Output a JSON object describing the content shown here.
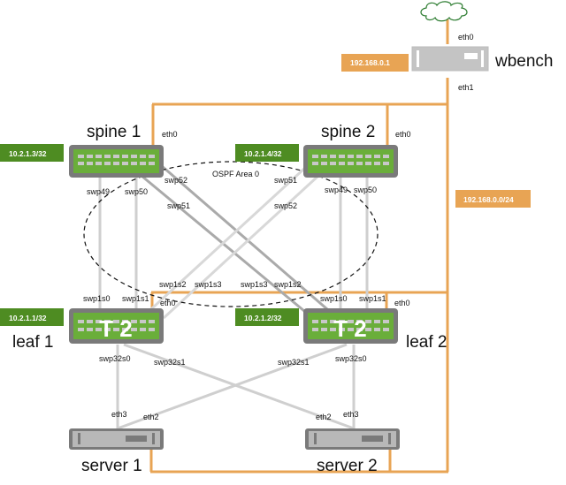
{
  "colors": {
    "mgmt": "#E8A454",
    "ip_green": "#4E8C22",
    "switch_green": "#6AAE3A",
    "switch_frame": "#7A7A7A",
    "link_gray": "#C8C8C8",
    "link_dark": "#A8A8A8",
    "server_body": "#B8B8B8",
    "server_frame": "#7A7A7A",
    "ospf_ellipse": "#111111"
  },
  "cloud": {
    "icon": "cloud-icon"
  },
  "wbench": {
    "name": "wbench",
    "ip": "192.168.0.1",
    "eth0": "eth0",
    "eth1": "eth1"
  },
  "mgmt_network": {
    "subnet": "192.168.0.0/24"
  },
  "ospf": {
    "label": "OSPF Area 0"
  },
  "spine1": {
    "name": "spine 1",
    "ip": "10.2.1.3/32",
    "eth0": "eth0",
    "swp49": "swp49",
    "swp50": "swp50",
    "swp51": "swp51",
    "swp52": "swp52"
  },
  "spine2": {
    "name": "spine 2",
    "ip": "10.2.1.4/32",
    "eth0": "eth0",
    "swp49": "swp49",
    "swp50": "swp50",
    "swp51": "swp51",
    "swp52": "swp52"
  },
  "leaf1": {
    "name": "leaf 1",
    "ip": "10.2.1.1/32",
    "badge": "T 2",
    "eth0": "eth0",
    "swp1s0": "swp1s0",
    "swp1s1": "swp1s1",
    "swp1s2": "swp1s2",
    "swp1s3": "swp1s3",
    "swp32s0": "swp32s0",
    "swp32s1": "swp32s1"
  },
  "leaf2": {
    "name": "leaf 2",
    "ip": "10.2.1.2/32",
    "badge": "T 2",
    "eth0": "eth0",
    "swp1s0": "swp1s0",
    "swp1s1": "swp1s1",
    "swp1s2": "swp1s2",
    "swp1s3": "swp1s3",
    "swp32s0": "swp32s0",
    "swp32s1": "swp32s1"
  },
  "server1": {
    "name": "server 1",
    "eth2": "eth2",
    "eth3": "eth3"
  },
  "server2": {
    "name": "server 2",
    "eth2": "eth2",
    "eth3": "eth3"
  }
}
